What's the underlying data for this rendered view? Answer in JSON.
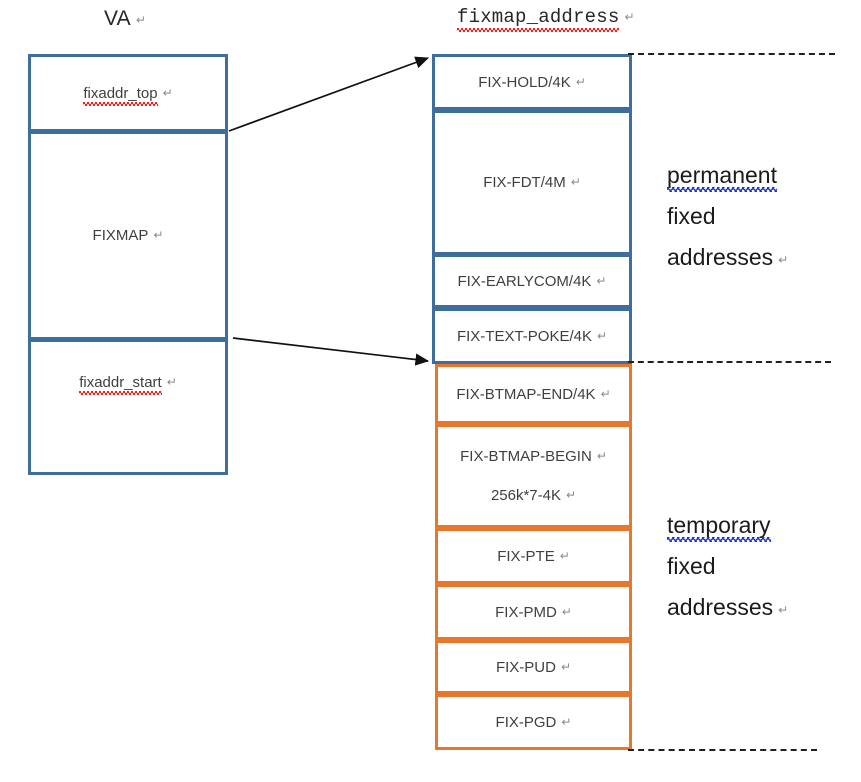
{
  "headings": {
    "left": "VA",
    "right": "fixmap_address"
  },
  "return_mark": "↵",
  "left_column": {
    "name": "VA",
    "sections": [
      {
        "label": "fixaddr_top",
        "spellcheck": "red"
      },
      {
        "label": "FIXMAP",
        "spellcheck": "none"
      },
      {
        "label": "fixaddr_start",
        "spellcheck": "red"
      }
    ]
  },
  "right_column": {
    "name": "fixmap_address",
    "boxes": [
      {
        "label": "FIX-HOLD/4K",
        "sublabel": "",
        "border": "blue"
      },
      {
        "label": "FIX-FDT/4M",
        "sublabel": "",
        "border": "blue"
      },
      {
        "label": "FIX-EARLYCOM/4K",
        "sublabel": "",
        "border": "blue"
      },
      {
        "label": "FIX-TEXT-POKE/4K",
        "sublabel": "",
        "border": "blue"
      },
      {
        "label": "FIX-BTMAP-END/4K",
        "sublabel": "",
        "border": "orange"
      },
      {
        "label": "FIX-BTMAP-BEGIN",
        "sublabel": "256k*7-4K",
        "border": "orange"
      },
      {
        "label": "FIX-PTE",
        "sublabel": "",
        "border": "orange"
      },
      {
        "label": "FIX-PMD",
        "sublabel": "",
        "border": "orange"
      },
      {
        "label": "FIX-PUD",
        "sublabel": "",
        "border": "orange"
      },
      {
        "label": "FIX-PGD",
        "sublabel": "",
        "border": "orange"
      }
    ]
  },
  "group_labels": [
    {
      "line1": "permanent",
      "line2": "fixed",
      "line3": "addresses",
      "spellcheck": "blue"
    },
    {
      "line1": "temporary",
      "line2": "fixed",
      "line3": "addresses",
      "spellcheck": "blue"
    }
  ],
  "colors": {
    "blue_border": "#3d6e9e",
    "orange_border": "#e8762c",
    "dash_line": "#202020",
    "spell_red": "#ee2222",
    "spell_blue": "#1a33dd",
    "text": "#3f3f3f"
  }
}
